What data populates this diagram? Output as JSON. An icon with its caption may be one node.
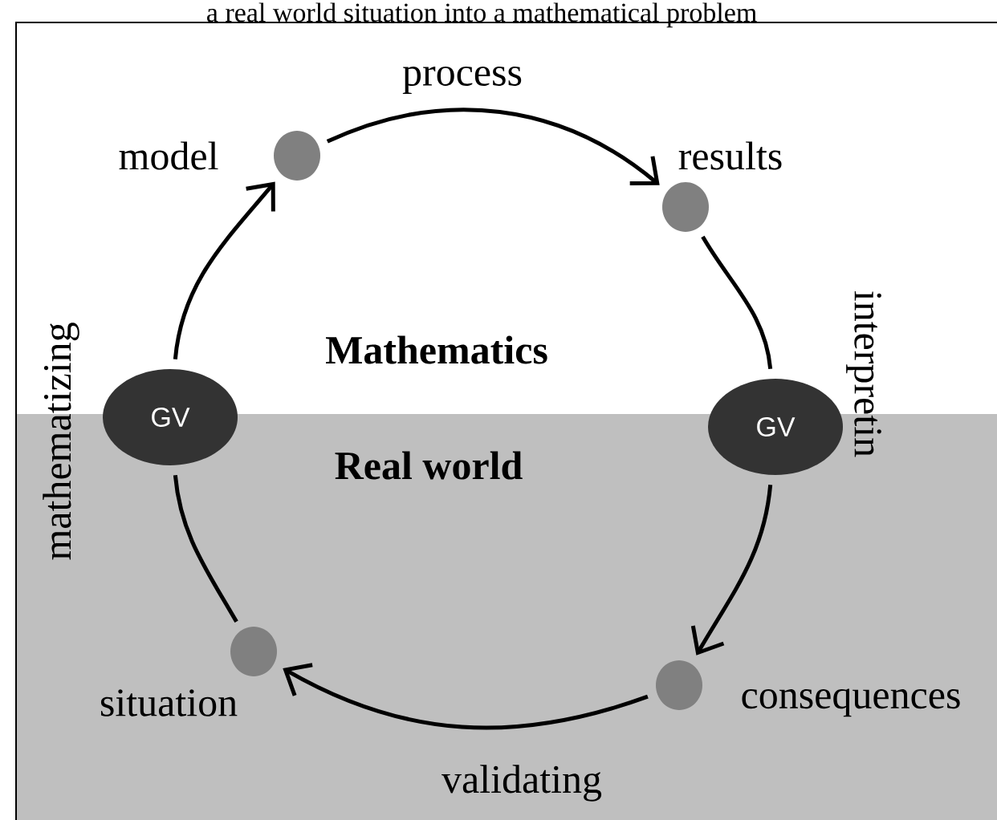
{
  "diagram": {
    "nodes": [
      {
        "text": [],
        "shape": "circle",
        "beside": [
          "model"
        ]
      },
      {
        "text": [],
        "shape": "circle",
        "beside": [
          "results"
        ]
      },
      {
        "text": [
          "GV"
        ]
      },
      {
        "text": [],
        "shape": "circle",
        "beside": [
          "consequences"
        ]
      },
      {
        "text": [],
        "shape": "circle",
        "beside": [
          "situation"
        ]
      },
      {
        "text": [
          "GV"
        ]
      }
    ],
    "edges": [
      {
        "from": 0,
        "to": 1,
        "arrow": "to",
        "label": "process"
      },
      {
        "from": 1,
        "to": 2,
        "arrow": "none"
      },
      {
        "from": 2,
        "to": 3,
        "arrow": "to",
        "label": "interpretin"
      },
      {
        "from": 3,
        "to": 4,
        "arrow": "to",
        "label": "validating"
      },
      {
        "from": 4,
        "to": 5,
        "arrow": "none",
        "label": "mathematizing"
      },
      {
        "from": 5,
        "to": 0,
        "arrow": "to"
      }
    ],
    "labels": [
      "a real world situation into a mathematical problem",
      "Mathematics",
      "Real world"
    ]
  }
}
